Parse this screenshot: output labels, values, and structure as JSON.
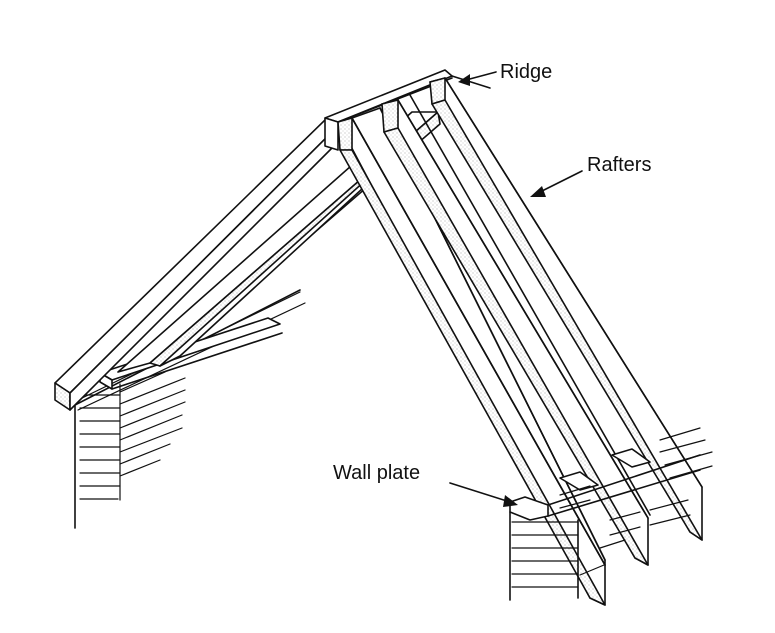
{
  "labels": {
    "ridge": "Ridge",
    "rafters": "Rafters",
    "wall_plate": "Wall plate"
  },
  "colors": {
    "line": "#111111",
    "fill": "#ffffff",
    "stipple": "#c9c9c9"
  }
}
